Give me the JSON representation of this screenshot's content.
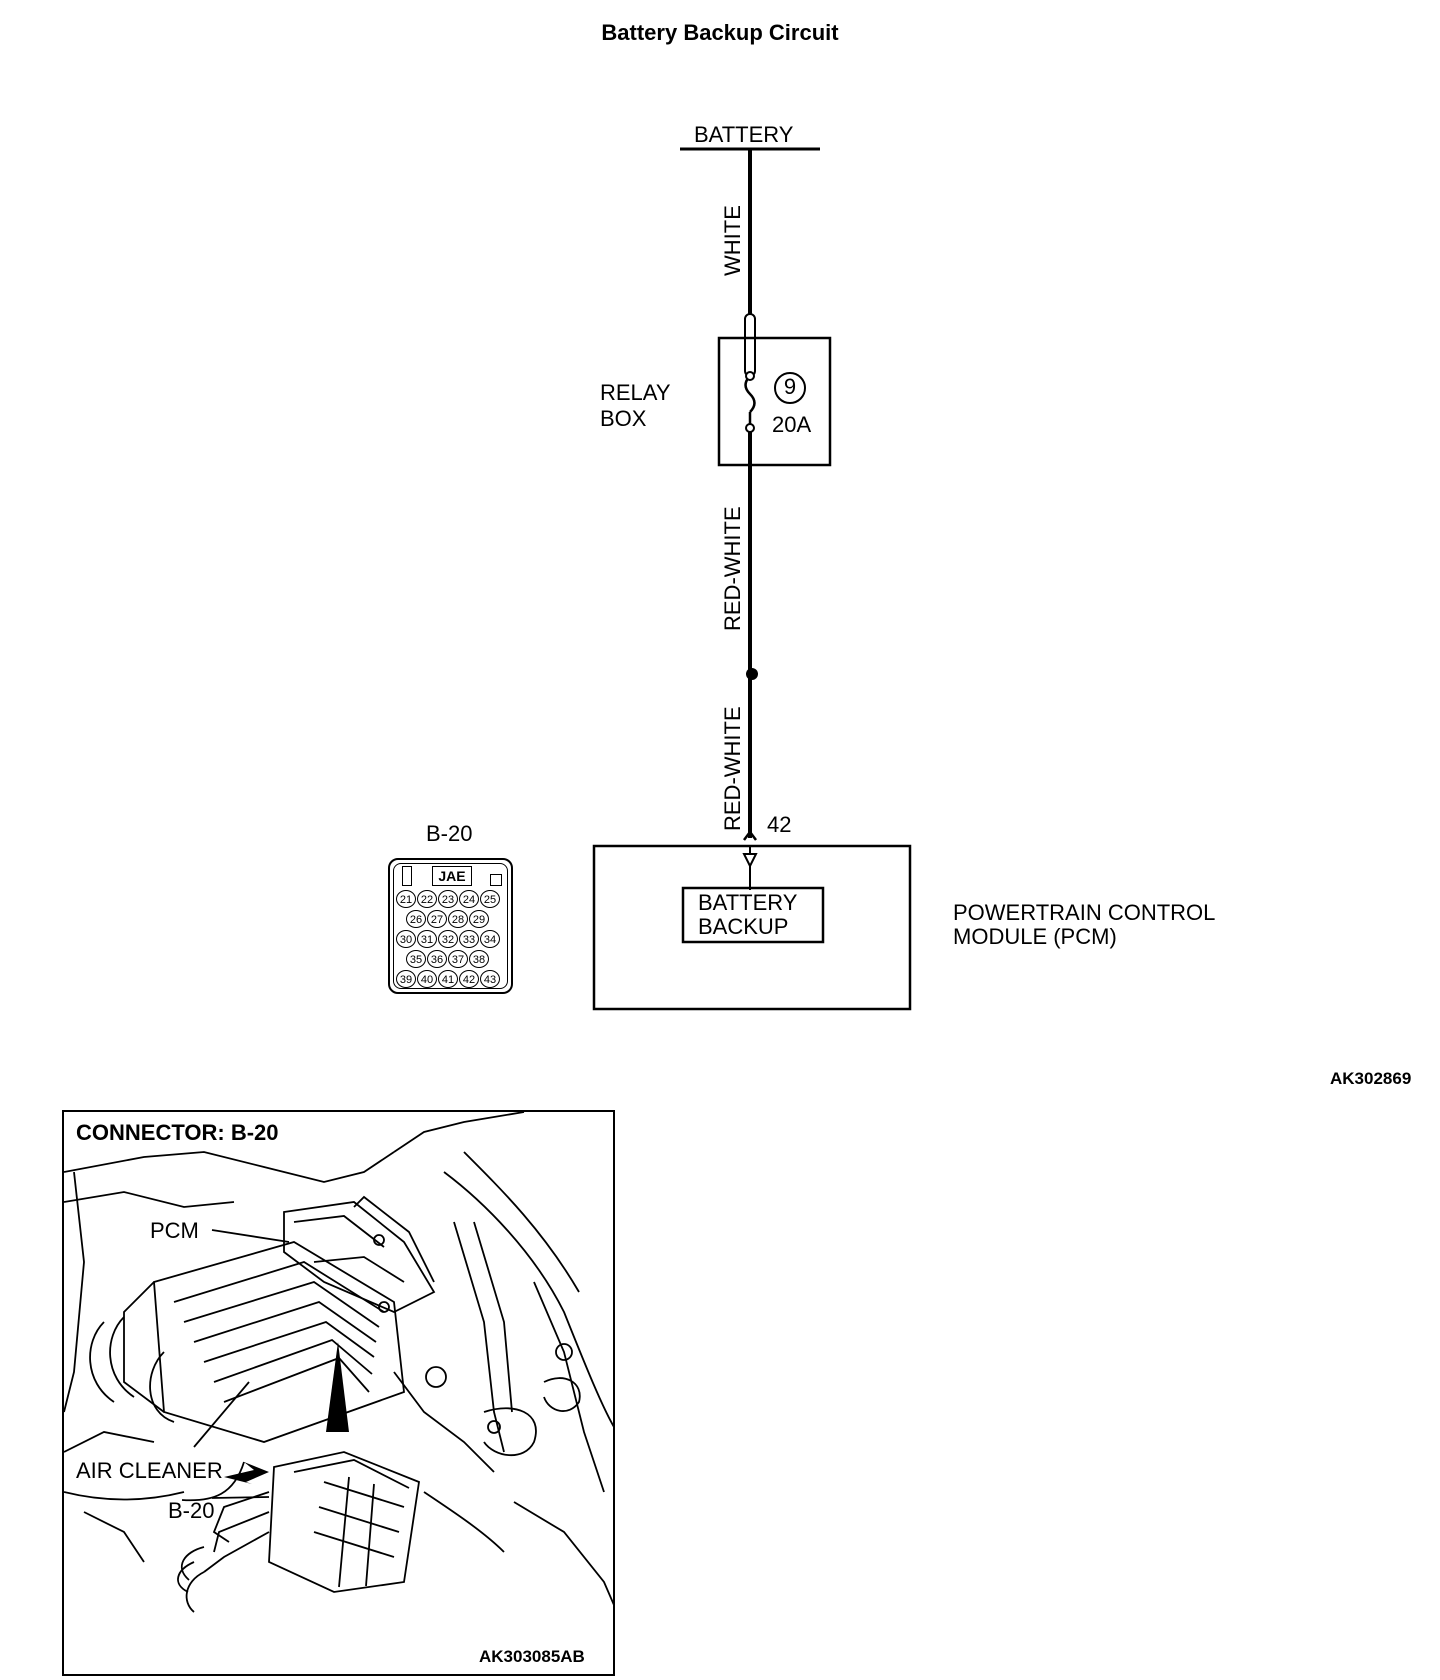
{
  "title": "Battery Backup Circuit",
  "schematic": {
    "battery_label": "BATTERY",
    "wire_top_color": "WHITE",
    "relay_box_label_line1": "RELAY",
    "relay_box_label_line2": "BOX",
    "fuse_number": "9",
    "fuse_rating": "20A",
    "wire_mid_color": "RED-WHITE",
    "wire_lower_color": "RED-WHITE",
    "pin_number": "42",
    "pcm_inner_line1": "BATTERY",
    "pcm_inner_line2": "BACKUP",
    "pcm_label_line1": "POWERTRAIN CONTROL",
    "pcm_label_line2": "MODULE (PCM)",
    "figure_code": "AK302869"
  },
  "connector_face": {
    "name": "B-20",
    "maker_tag": "JAE",
    "rows": [
      [
        "21",
        "22",
        "23",
        "24",
        "25"
      ],
      [
        "26",
        "27",
        "28",
        "29"
      ],
      [
        "30",
        "31",
        "32",
        "33",
        "34"
      ],
      [
        "35",
        "36",
        "37",
        "38"
      ],
      [
        "39",
        "40",
        "41",
        "42",
        "43"
      ]
    ]
  },
  "location_view": {
    "heading": "CONNECTOR: B-20",
    "pcm_label": "PCM",
    "air_cleaner_label": "AIR CLEANER",
    "connector_label": "B-20",
    "figure_code": "AK303085AB"
  }
}
